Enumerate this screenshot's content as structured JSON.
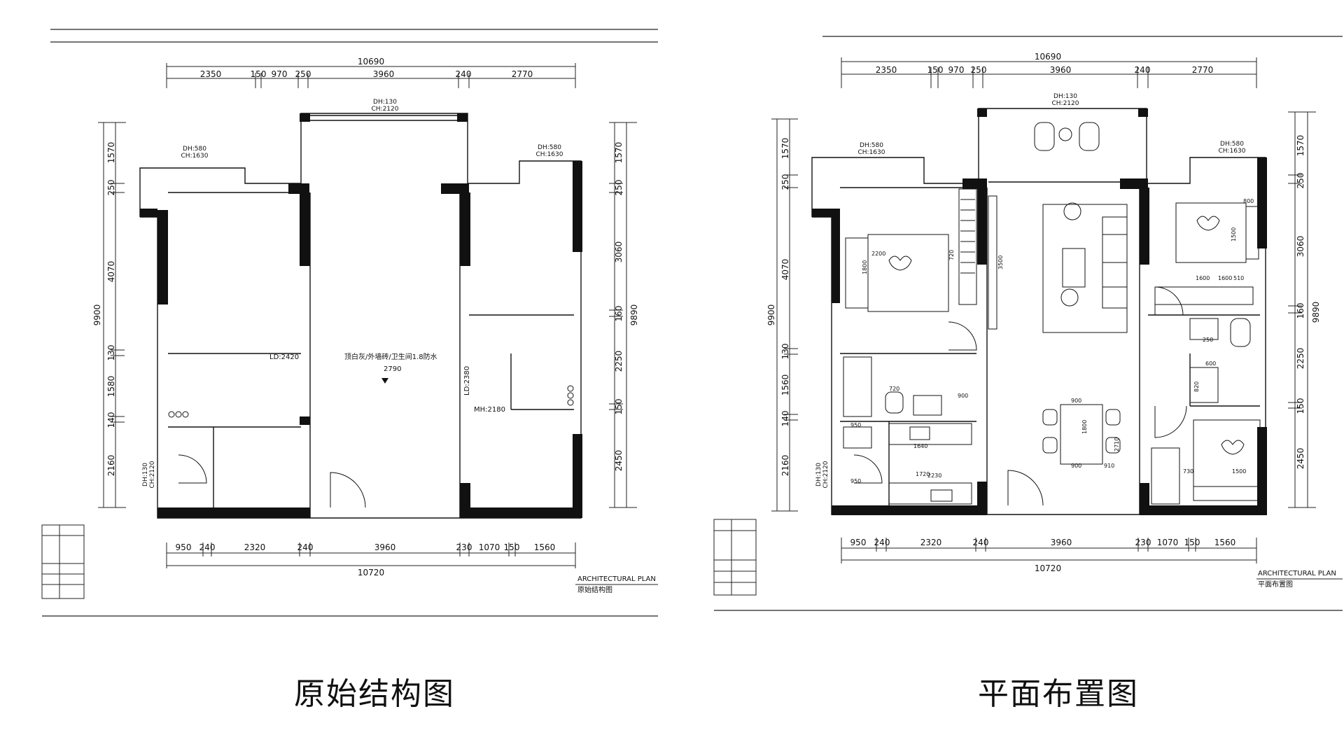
{
  "captions": {
    "left": "原始结构图",
    "right": "平面布置图"
  },
  "plans": [
    {
      "id": "original",
      "dims_top_total": "10690",
      "dims_top": [
        "2350",
        "150",
        "970",
        "250",
        "3960",
        "240",
        "2770"
      ],
      "dims_bottom": [
        "950",
        "240",
        "2320",
        "240",
        "3960",
        "230",
        "1070",
        "150",
        "1560"
      ],
      "dims_bottom_total": "10720",
      "dims_left_total": "9900",
      "dims_left": [
        "1570",
        "250",
        "4070",
        "130",
        "1580",
        "140",
        "2160"
      ],
      "dims_right_total": "9890",
      "dims_right": [
        "1570",
        "250",
        "3060",
        "160",
        "2250",
        "150",
        "2450"
      ],
      "window_labels": [
        {
          "dh": "DH:130",
          "ch": "CH:2120"
        },
        {
          "dh": "DH:580",
          "ch": "CH:1630"
        },
        {
          "dh": "DH:580",
          "ch": "CH:1630"
        },
        {
          "dh": "DH:130",
          "ch": "CH:2120"
        }
      ],
      "notes": [
        "LD:2420",
        "顶白灰/外墙砖/卫生间1.8防水",
        "2790",
        "LD:2380",
        "MH:2180"
      ],
      "title_en": "ARCHITECTURAL PLAN",
      "title_cn": "原始结构图",
      "table_rows": [
        "",
        "",
        "",
        "",
        ""
      ]
    },
    {
      "id": "layout",
      "dims_top_total": "10690",
      "dims_top": [
        "2350",
        "150",
        "970",
        "250",
        "3960",
        "240",
        "2770"
      ],
      "dims_bottom": [
        "950",
        "240",
        "2320",
        "240",
        "3960",
        "230",
        "1070",
        "150",
        "1560"
      ],
      "dims_bottom_total": "10720",
      "dims_left_total": "9900",
      "dims_left": [
        "1570",
        "250",
        "4070",
        "130",
        "1560",
        "140",
        "2160"
      ],
      "dims_right_total": "9890",
      "dims_right": [
        "1570",
        "250",
        "3060",
        "160",
        "2250",
        "150",
        "2450"
      ],
      "window_labels": [
        {
          "dh": "DH:130",
          "ch": "CH:2120"
        },
        {
          "dh": "DH:580",
          "ch": "CH:1630"
        },
        {
          "dh": "DH:580",
          "ch": "CH:1630"
        },
        {
          "dh": "DH:130",
          "ch": "CH:2120"
        }
      ],
      "notes": [
        "2200",
        "1800",
        "720",
        "3500",
        "900",
        "1800",
        "900",
        "910",
        "2710",
        "1500",
        "1600",
        "1720",
        "2230",
        "1640",
        "950",
        "950",
        "720",
        "900",
        "800",
        "510",
        "1600",
        "250",
        "600",
        "820",
        "730",
        "1500"
      ],
      "title_en": "ARCHITECTURAL PLAN",
      "title_cn": "平面布置图",
      "table_rows": [
        "",
        "",
        "",
        "",
        ""
      ]
    }
  ]
}
